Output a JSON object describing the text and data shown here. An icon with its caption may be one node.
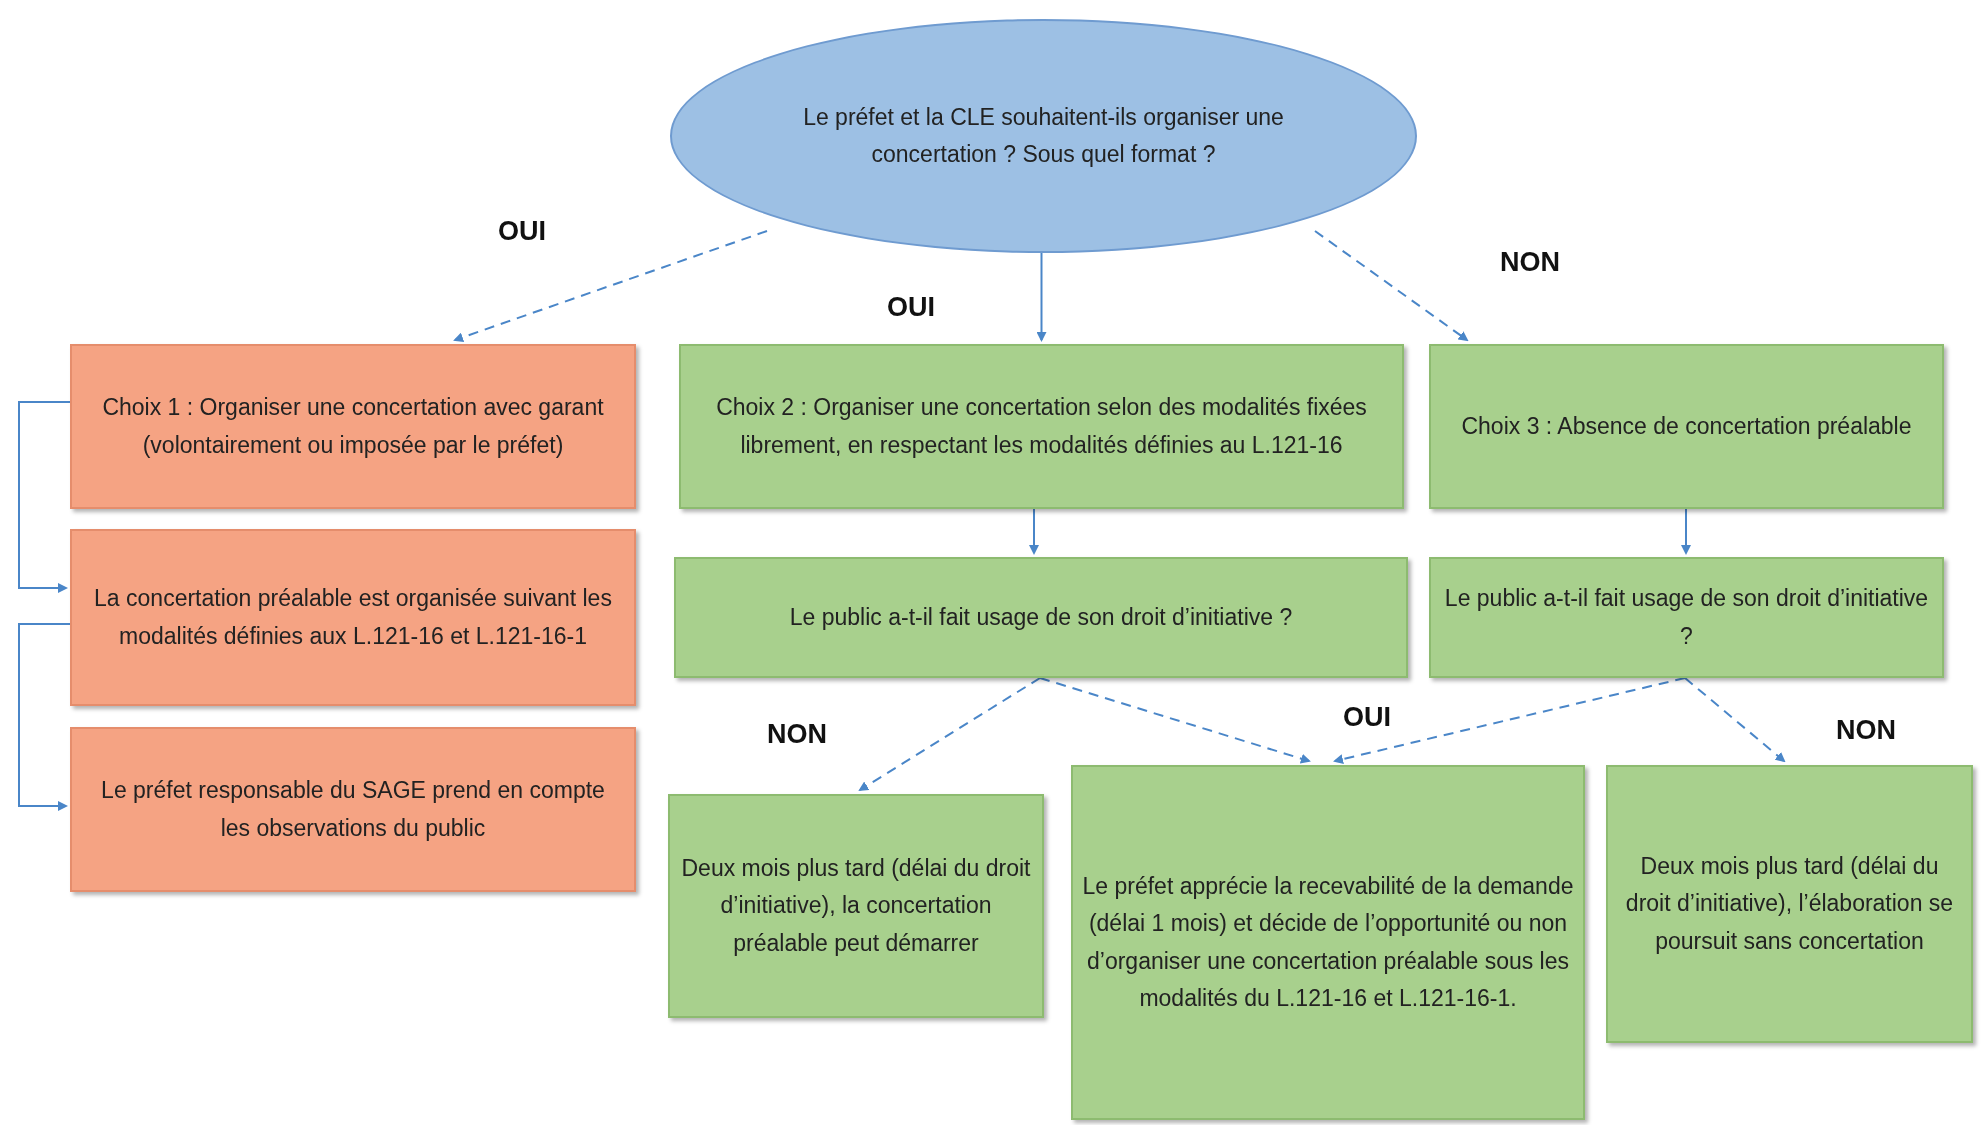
{
  "diagram": {
    "nodes": [
      {
        "text": [
          "Le préfet et la CLE souhaitent-ils organiser une concertation ? Sous quel format ?"
        ]
      },
      {
        "text": [
          "Choix 1 : Organiser une concertation avec garant (volontairement ou imposée par le préfet)"
        ]
      },
      {
        "text": [
          "La concertation préalable est organisée suivant les modalités définies aux L.121-16 et L.121-16-1"
        ]
      },
      {
        "text": [
          "Le préfet responsable du SAGE prend en compte les observations du public"
        ]
      },
      {
        "text": [
          "Choix 2 : Organiser une concertation selon des modalités fixées librement, en respectant les modalités définies au L.121-16"
        ]
      },
      {
        "text": [
          "Choix 3 : Absence de concertation préalable"
        ]
      },
      {
        "text": [
          "Le public a-t-il fait usage de son droit d’initiative ?"
        ]
      },
      {
        "text": [
          "Le public a-t-il fait usage de son droit d’initiative ?"
        ]
      },
      {
        "text": [
          "Deux mois plus tard (délai du droit d’initiative), la concertation préalable peut démarrer"
        ]
      },
      {
        "text": [
          "Le préfet apprécie la recevabilité de la demande (délai 1 mois) et décide de l’opportunité ou non d’organiser une concertation préalable sous les modalités du L.121-16 et L.121-16-1."
        ]
      },
      {
        "text": [
          "Deux mois plus tard (délai du droit d’initiative), l’élaboration se poursuit sans concertation"
        ]
      }
    ],
    "edges": [
      {
        "from": 0,
        "to": 1,
        "arrow": "to",
        "style": "dashed",
        "label": "OUI"
      },
      {
        "from": 0,
        "to": 4,
        "arrow": "to",
        "label": "OUI"
      },
      {
        "from": 0,
        "to": 5,
        "arrow": "to",
        "style": "dashed",
        "label": "NON"
      },
      {
        "from": 1,
        "to": 2,
        "arrow": "to"
      },
      {
        "from": 2,
        "to": 3,
        "arrow": "to"
      },
      {
        "from": 4,
        "to": 6,
        "arrow": "to"
      },
      {
        "from": 5,
        "to": 7,
        "arrow": "to"
      },
      {
        "from": 6,
        "to": 8,
        "arrow": "to",
        "style": "dashed",
        "label": "NON"
      },
      {
        "from": 6,
        "to": 9,
        "arrow": "to",
        "style": "dashed",
        "label": "OUI"
      },
      {
        "from": 7,
        "to": 9,
        "arrow": "to",
        "style": "dashed"
      },
      {
        "from": 7,
        "to": 10,
        "arrow": "to",
        "style": "dashed",
        "label": "NON"
      }
    ]
  }
}
